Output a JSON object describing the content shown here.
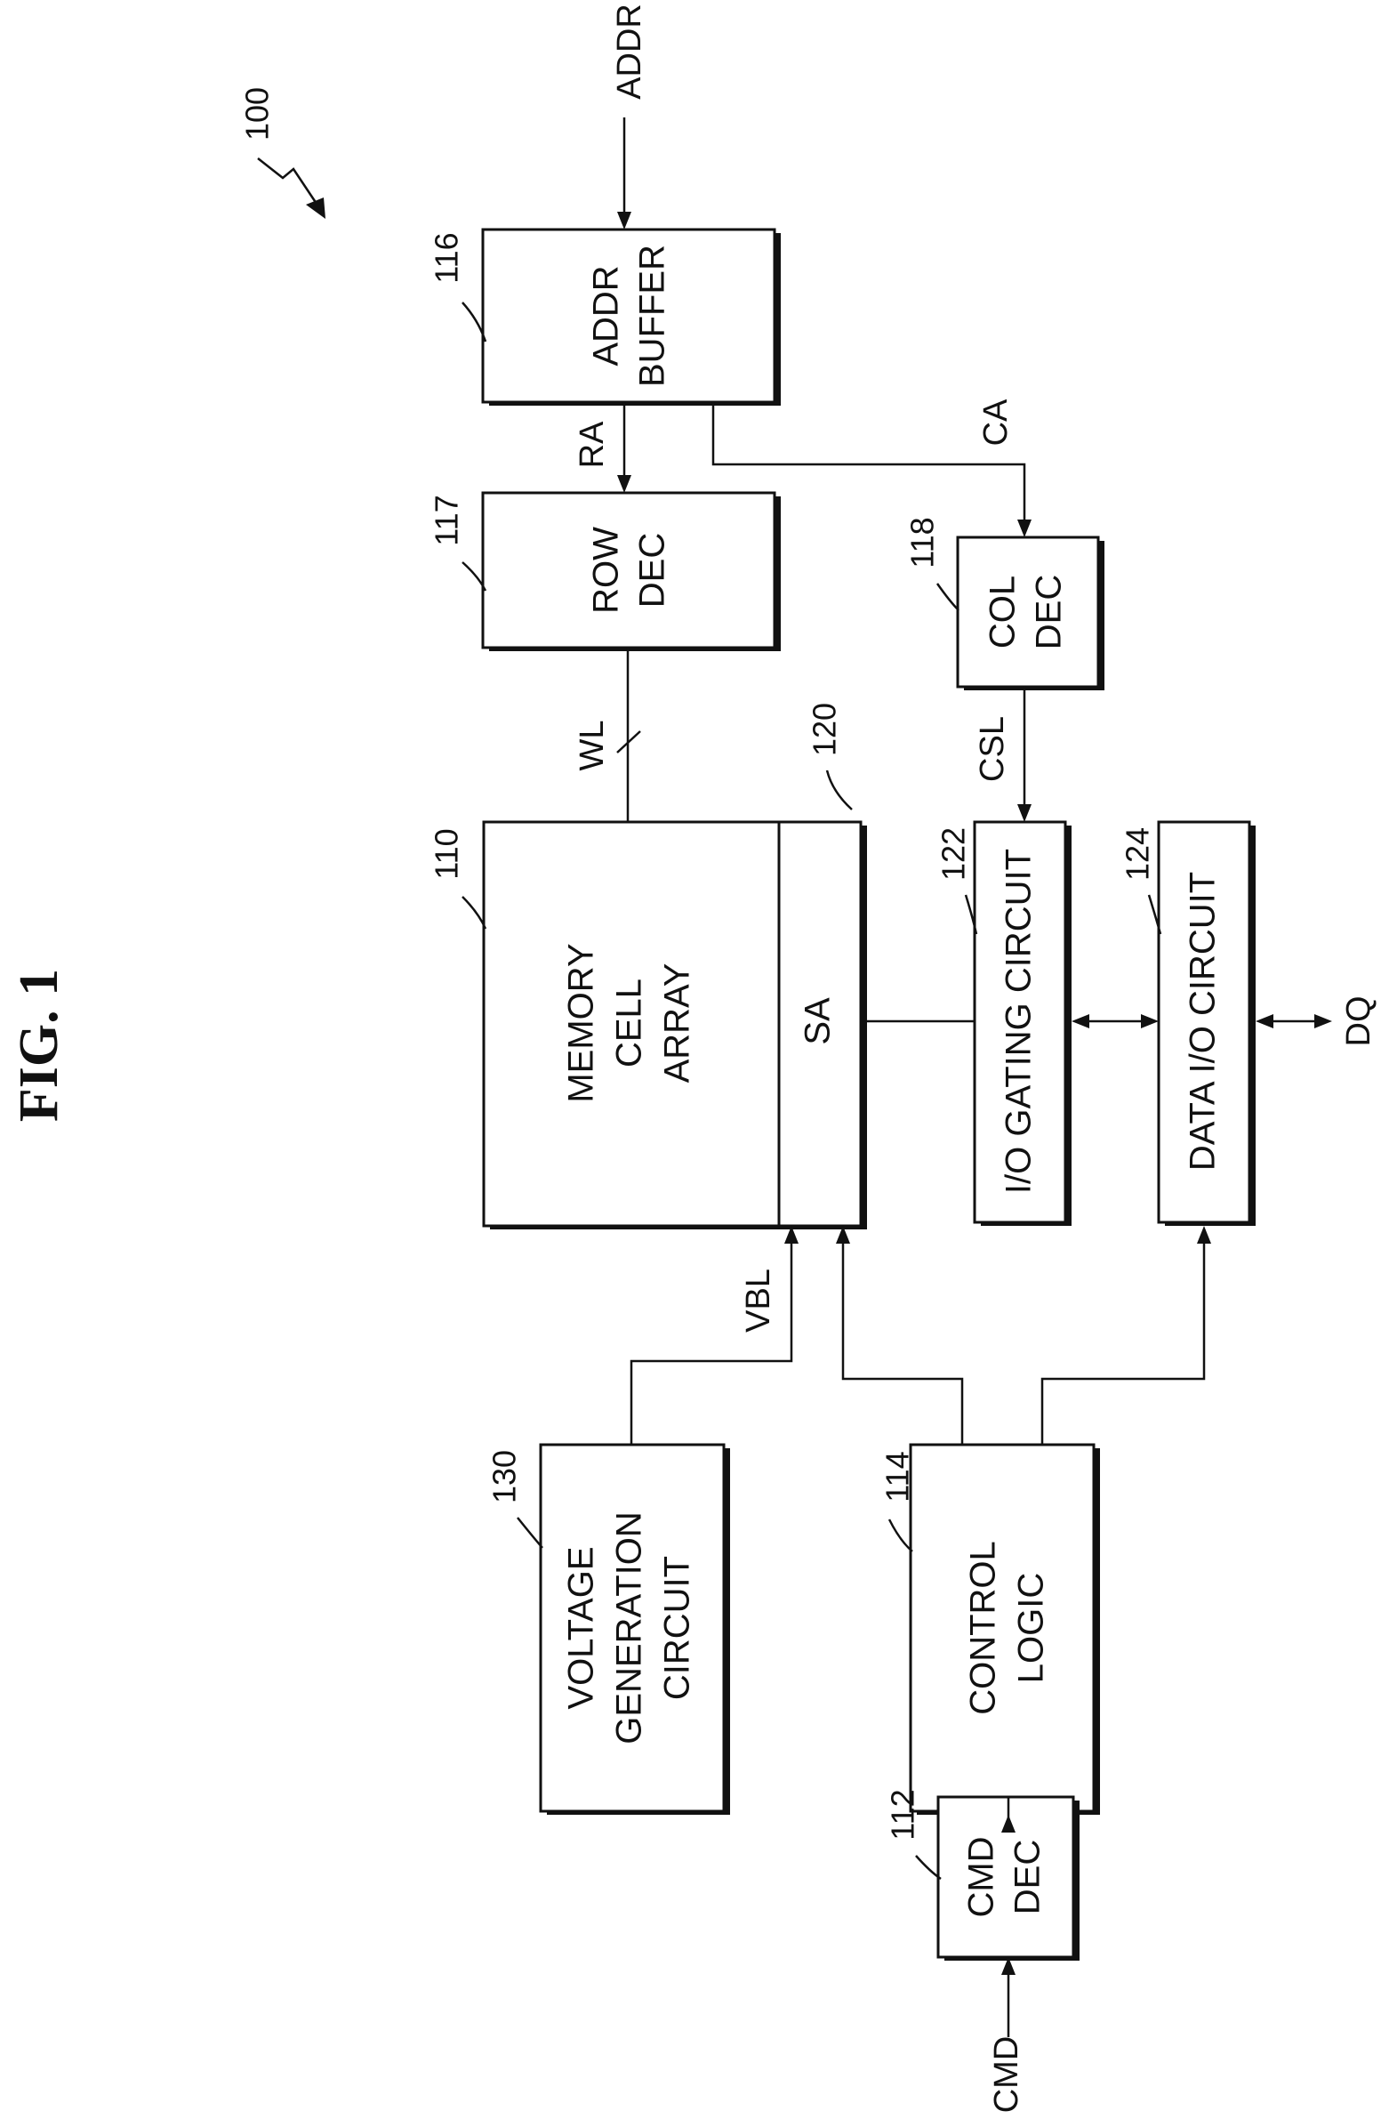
{
  "figure_title": "FIG. 1",
  "reference": "100",
  "blocks": {
    "memory_cell_array": {
      "ref": "110",
      "lines": [
        "MEMORY",
        "CELL",
        "ARRAY"
      ]
    },
    "sense_amp": {
      "ref": "120",
      "lines": [
        "SA"
      ]
    },
    "cmd_dec": {
      "ref": "112",
      "lines": [
        "CMD",
        "DEC"
      ]
    },
    "control_logic": {
      "ref": "114",
      "lines": [
        "CONTROL",
        "LOGIC"
      ]
    },
    "addr_buffer": {
      "ref": "116",
      "lines": [
        "ADDR",
        "BUFFER"
      ]
    },
    "row_dec": {
      "ref": "117",
      "lines": [
        "ROW",
        "DEC"
      ]
    },
    "col_dec": {
      "ref": "118",
      "lines": [
        "COL",
        "DEC"
      ]
    },
    "io_gating": {
      "ref": "122",
      "lines": [
        "I/O GATING CIRCUIT"
      ]
    },
    "data_io": {
      "ref": "124",
      "lines": [
        "DATA I/O CIRCUIT"
      ]
    },
    "voltage_gen": {
      "ref": "130",
      "lines": [
        "VOLTAGE",
        "GENERATION",
        "CIRCUIT"
      ]
    }
  },
  "signals": {
    "addr": "ADDR",
    "ra": "RA",
    "ca": "CA",
    "wl": "WL",
    "csl": "CSL",
    "vbl": "VBL",
    "dq": "DQ",
    "cmd": "CMD"
  }
}
